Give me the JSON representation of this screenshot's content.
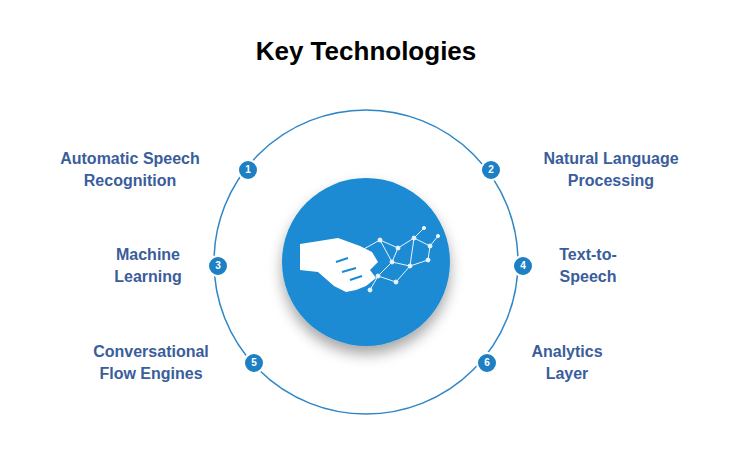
{
  "diagram": {
    "title": "Key Technologies",
    "nodes": [
      {
        "text": [
          "Automatic Speech Recognition",
          "1"
        ]
      },
      {
        "text": [
          "Natural Language Processing",
          "2"
        ]
      },
      {
        "text": [
          "Machine Learning",
          "3"
        ]
      },
      {
        "text": [
          "Text-to- Speech",
          "4"
        ]
      },
      {
        "text": [
          "Conversational Flow Engines",
          "5"
        ]
      },
      {
        "text": [
          "Analytics Layer",
          "6"
        ]
      }
    ]
  }
}
